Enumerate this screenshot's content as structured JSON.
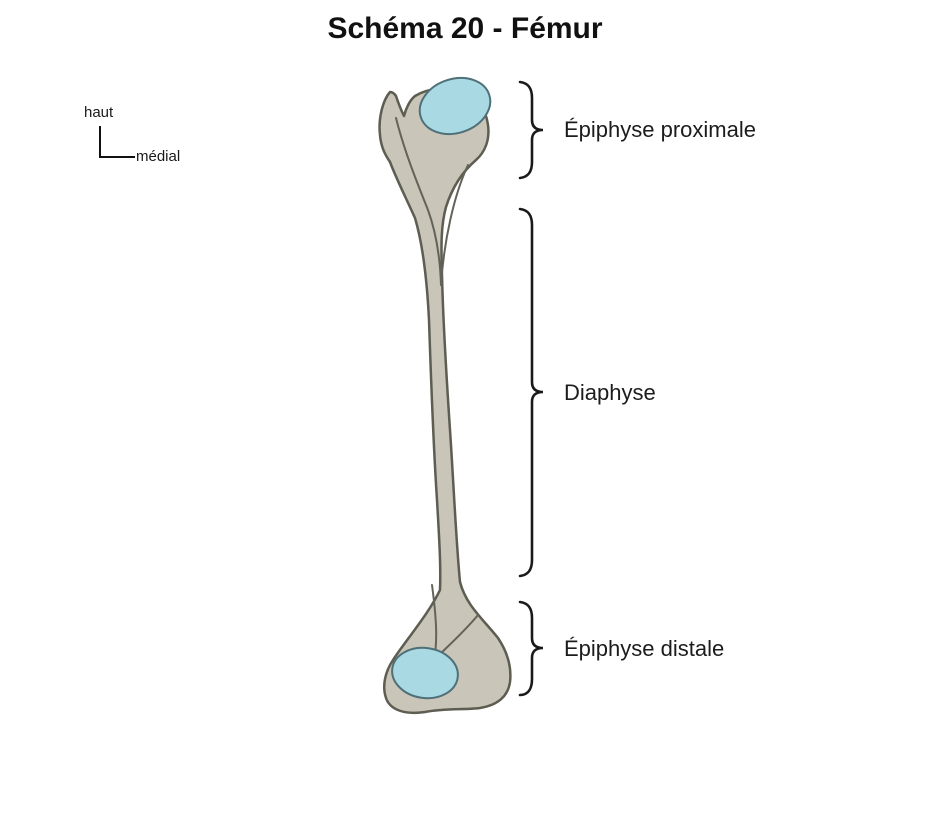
{
  "title": "Schéma 20 - Fémur",
  "orientation": {
    "up_label": "haut",
    "medial_label": "médial"
  },
  "callouts": [
    {
      "id": "epiphyse-proximale",
      "label": "Épiphyse proximale"
    },
    {
      "id": "diaphyse",
      "label": "Diaphyse"
    },
    {
      "id": "epiphyse-distale",
      "label": "Épiphyse distale"
    }
  ],
  "colors": {
    "bone_fill": "#c9c5b8",
    "bone_outline": "#5d5d52",
    "cartilage_fill": "#a9d9e3",
    "cartilage_outline": "#4f7078",
    "text": "#1a1a1a"
  }
}
